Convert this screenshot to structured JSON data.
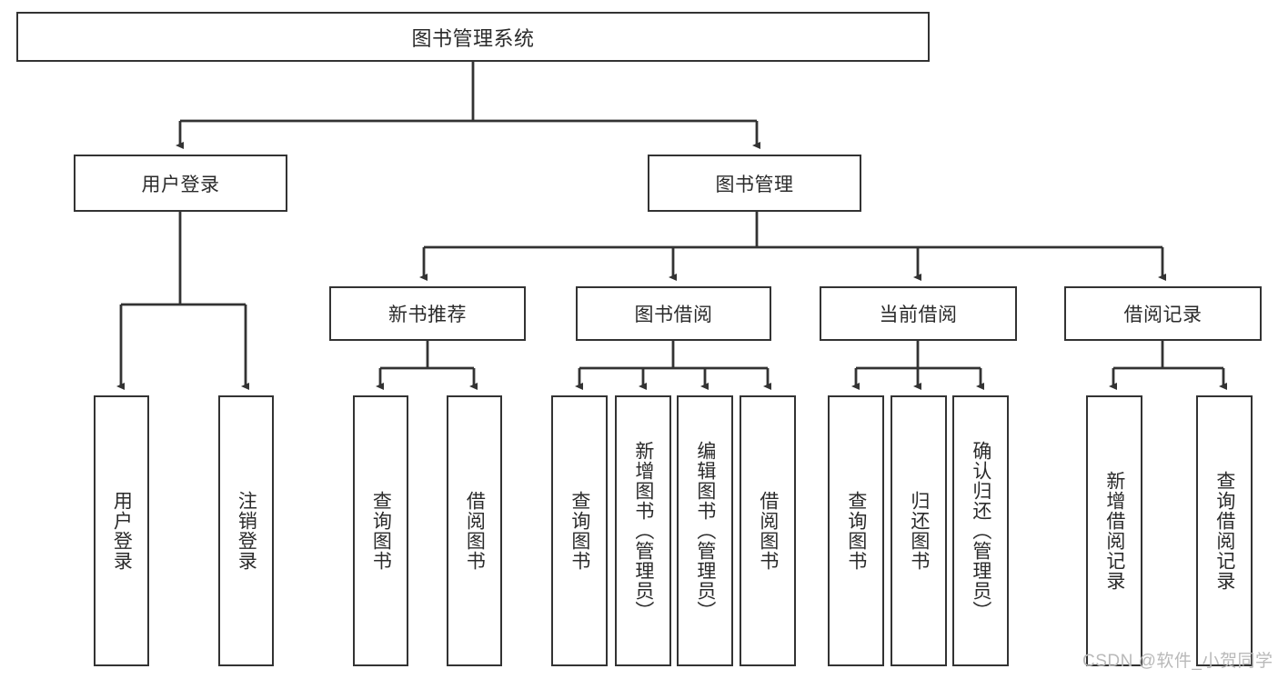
{
  "diagram": {
    "title": "图书管理系统",
    "type": "tree-hierarchy-chart",
    "stroke_color": "#333333",
    "background_color": "#ffffff",
    "nodes": {
      "root": {
        "label": "图书管理系统"
      },
      "level2": [
        {
          "label": "用户登录"
        },
        {
          "label": "图书管理"
        }
      ],
      "level3": [
        {
          "label": "新书推荐"
        },
        {
          "label": "图书借阅"
        },
        {
          "label": "当前借阅"
        },
        {
          "label": "借阅记录"
        }
      ],
      "leaves_user_login": [
        {
          "label": "用户登录"
        },
        {
          "label": "注销登录"
        }
      ],
      "leaves_new_book": [
        {
          "label": "查询图书"
        },
        {
          "label": "借阅图书"
        }
      ],
      "leaves_borrow": [
        {
          "label": "查询图书"
        },
        {
          "label": "新增图书（管理员）"
        },
        {
          "label": "编辑图书（管理员）"
        },
        {
          "label": "借阅图书"
        }
      ],
      "leaves_current": [
        {
          "label": "查询图书"
        },
        {
          "label": "归还图书"
        },
        {
          "label": "确认归还（管理员）"
        }
      ],
      "leaves_records": [
        {
          "label": "新增借阅记录"
        },
        {
          "label": "查询借阅记录"
        }
      ]
    },
    "watermark": "CSDN @软件_小贺同学"
  }
}
